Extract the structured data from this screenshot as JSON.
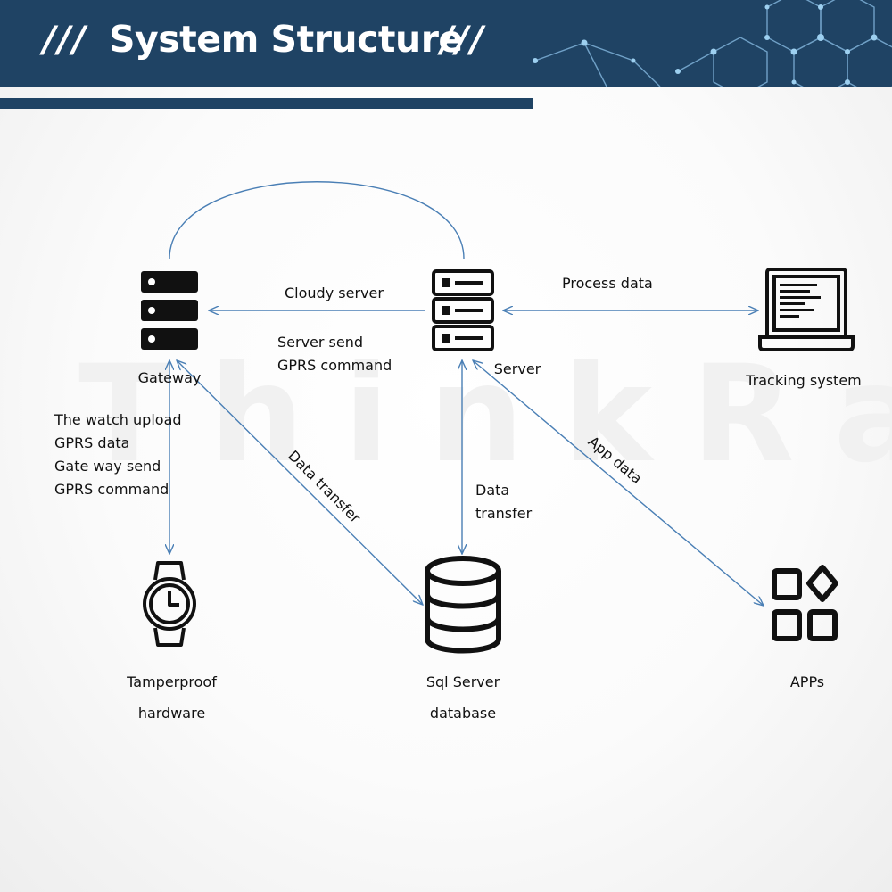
{
  "header": {
    "title": "System Structure",
    "slash_left": "///",
    "slash_right": "///",
    "background_color": "#1f4364"
  },
  "watermark": {
    "text": "ThinkRace"
  },
  "nodes": {
    "gateway": {
      "label": "Gateway",
      "icon": "server-rack-icon"
    },
    "server": {
      "label": "Server",
      "icon": "server-rack-outline-icon"
    },
    "tracking": {
      "label": "Tracking system",
      "icon": "laptop-icon"
    },
    "hardware": {
      "label_line1": "Tamperproof",
      "label_line2": "hardware",
      "icon": "watch-icon"
    },
    "database": {
      "label_line1": "Sql Server",
      "label_line2": "database",
      "icon": "database-icon"
    },
    "apps": {
      "label": "APPs",
      "icon": "apps-grid-icon"
    }
  },
  "edge_labels": {
    "cloudy_server": "Cloudy server",
    "server_send_line1": "Server send",
    "server_send_line2": "GPRS command",
    "process_data": "Process data",
    "watch_upload_line1": "The watch upload",
    "watch_upload_line2": "GPRS data",
    "watch_upload_line3": "Gate way send",
    "watch_upload_line4": "GPRS command",
    "data_transfer_diag": "Data transfer",
    "data_transfer_line1": "Data",
    "data_transfer_line2": "transfer",
    "app_data": "App data"
  },
  "colors": {
    "connector": "#4a7fb5",
    "icon": "#111111",
    "header": "#1f4364"
  }
}
